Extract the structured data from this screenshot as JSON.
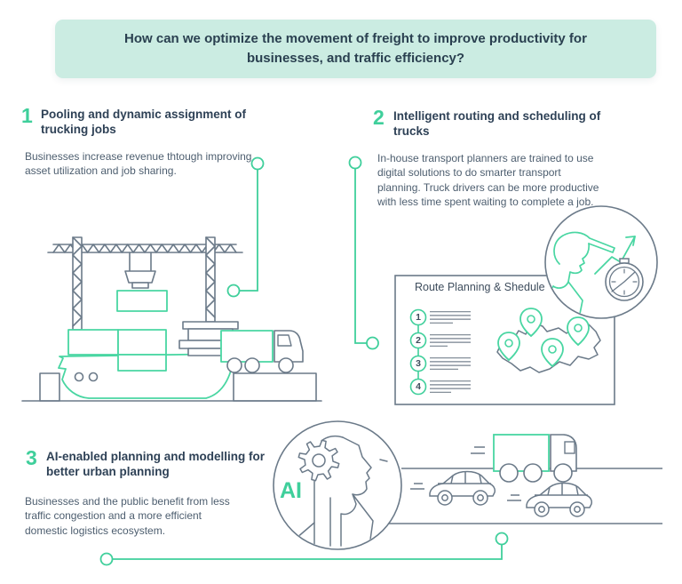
{
  "header": {
    "question": "How can we optimize the movement of freight to improve productivity for businesses, and traffic efficiency?"
  },
  "sections": [
    {
      "number": "1",
      "title": "Pooling and dynamic assignment of trucking jobs",
      "body": "Businesses increase revenue thtough improving asset utilization and job sharing."
    },
    {
      "number": "2",
      "title": "Intelligent routing and scheduling of trucks",
      "body": "In-house transport planners are trained to use digital solutions to do smarter transport planning. Truck drivers can be more productive with less time spent waiting to complete a job."
    },
    {
      "number": "3",
      "title": "AI-enabled planning and modelling for better urban planning",
      "body": "Businesses and the public benefit from less traffic congestion and a more efficient domestic logistics ecosystem."
    }
  ],
  "route_panel": {
    "title": "Route Planning & Shedule",
    "steps": [
      "1",
      "2",
      "3",
      "4"
    ]
  },
  "ai_badge": "AI",
  "icons": {
    "section1": "ship-crane-truck-icon",
    "section2": "driver-stopwatch-icon",
    "route_pins": "map-pin-icon",
    "section3": "ai-head-gear-icon",
    "traffic": "truck-cars-road-icon"
  },
  "colors": {
    "accent_green": "#3fcf9b",
    "banner_mint": "#cbece2",
    "line_gray": "#6b7a89",
    "title_text": "#2e4156",
    "body_text": "#4d5e6f"
  }
}
